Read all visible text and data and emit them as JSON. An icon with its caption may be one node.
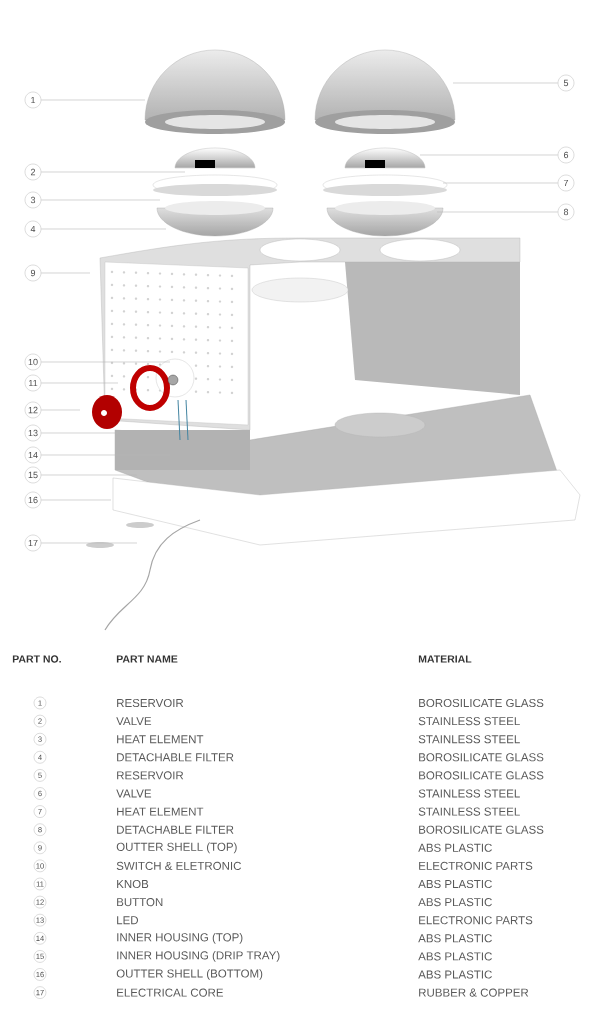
{
  "diagram": {
    "nodes": [
      {
        "text": [
          "1"
        ]
      },
      {
        "text": [
          "2"
        ]
      },
      {
        "text": [
          "3"
        ]
      },
      {
        "text": [
          "4"
        ]
      },
      {
        "text": [
          "5"
        ]
      },
      {
        "text": [
          "6"
        ]
      },
      {
        "text": [
          "7"
        ]
      },
      {
        "text": [
          "8"
        ]
      },
      {
        "text": [
          "9"
        ]
      },
      {
        "text": [
          "10"
        ]
      },
      {
        "text": [
          "11"
        ]
      },
      {
        "text": [
          "12"
        ]
      },
      {
        "text": [
          "13"
        ]
      },
      {
        "text": [
          "14"
        ]
      },
      {
        "text": [
          "15"
        ]
      },
      {
        "text": [
          "16"
        ]
      },
      {
        "text": [
          "17"
        ]
      }
    ],
    "edges": [
      {
        "from": 0,
        "to": null,
        "arrow": "none"
      },
      {
        "from": 1,
        "to": null,
        "arrow": "none"
      },
      {
        "from": 2,
        "to": null,
        "arrow": "none"
      },
      {
        "from": 3,
        "to": null,
        "arrow": "none"
      },
      {
        "from": 4,
        "to": null,
        "arrow": "none"
      },
      {
        "from": 5,
        "to": null,
        "arrow": "none"
      },
      {
        "from": 6,
        "to": null,
        "arrow": "none"
      },
      {
        "from": 7,
        "to": null,
        "arrow": "none"
      },
      {
        "from": 8,
        "to": null,
        "arrow": "none"
      },
      {
        "from": 9,
        "to": null,
        "arrow": "none"
      },
      {
        "from": 10,
        "to": null,
        "arrow": "none"
      },
      {
        "from": 11,
        "to": null,
        "arrow": "none"
      },
      {
        "from": 12,
        "to": null,
        "arrow": "none"
      },
      {
        "from": 13,
        "to": null,
        "arrow": "none"
      },
      {
        "from": 14,
        "to": null,
        "arrow": "none"
      },
      {
        "from": 15,
        "to": null,
        "arrow": "none"
      },
      {
        "from": 16,
        "to": null,
        "arrow": "none"
      }
    ],
    "labels": [
      "PART NO.",
      "PART NAME",
      "MATERIAL",
      "1",
      "RESERVOIR",
      "BOROSILICATE GLASS",
      "2",
      "VALVE",
      "STAINLESS STEEL",
      "3",
      "HEAT ELEMENT",
      "STAINLESS STEEL",
      "4",
      "DETACHABLE FILTER",
      "BOROSILICATE GLASS",
      "5",
      "RESERVOIR",
      "BOROSILICATE GLASS",
      "6",
      "VALVE",
      "STAINLESS STEEL",
      "7",
      "HEAT ELEMENT",
      "STAINLESS STEEL",
      "8",
      "DETACHABLE FILTER",
      "BOROSILICATE GLASS",
      "9",
      "OUTTER SHELL (TOP)",
      "ABS PLASTIC",
      "10",
      "SWITCH & ELETRONIC",
      "ELECTRONIC PARTS",
      "11",
      "KNOB",
      "ABS PLASTIC",
      "12",
      "BUTTON",
      "ABS PLASTIC",
      "13",
      "LED",
      "ELECTRONIC PARTS",
      "14",
      "INNER HOUSING (TOP)",
      "ABS PLASTIC",
      "15",
      "INNER HOUSING (DRIP TRAY)",
      "ABS PLASTIC",
      "16",
      "OUTTER SHELL (BOTTOM)",
      "ABS PLASTIC",
      "17",
      "ELECTRICAL CORE",
      "RUBBER & COPPER"
    ]
  }
}
